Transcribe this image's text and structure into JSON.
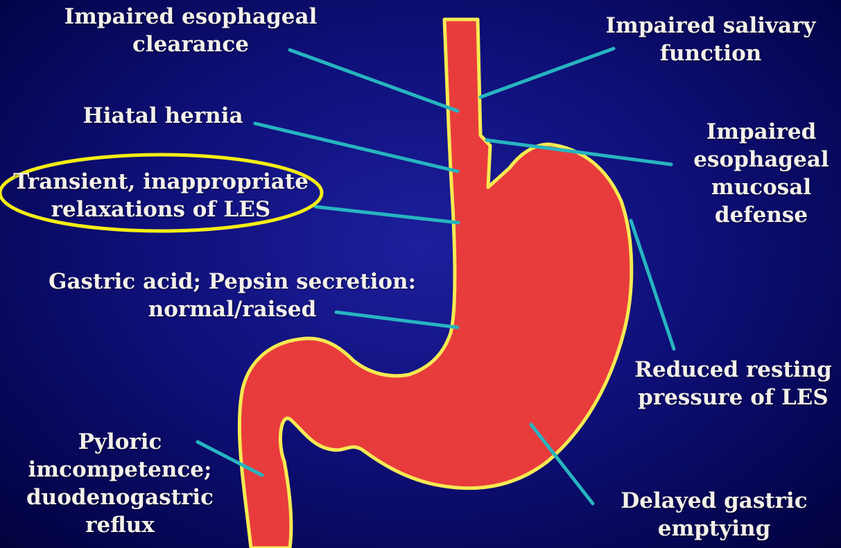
{
  "labels": {
    "impaired_clearance": [
      "Impaired esophageal",
      "clearance"
    ],
    "impaired_salivary": [
      "Impaired salivary",
      "function"
    ],
    "hiatal_hernia": [
      "Hiatal hernia"
    ],
    "impaired_mucosal": [
      "Impaired",
      "esophageal",
      "mucosal",
      "defense"
    ],
    "transient_relax": [
      "Transient, inappropriate",
      "relaxations of LES"
    ],
    "gastric_acid": [
      "Gastric acid; Pepsin secretion:",
      "normal/raised"
    ],
    "reduced_pressure": [
      "Reduced resting",
      "pressure of LES"
    ],
    "pyloric": [
      "Pyloric",
      "imcompetence;",
      "duodenogastric",
      "reflux"
    ],
    "delayed_emptying": [
      "Delayed gastric",
      "emptying"
    ]
  },
  "colors": {
    "background": "#0f107a",
    "stomach_fill": "#e83c3c",
    "stomach_outline": "#f6ea52",
    "leader_line": "#27b4c0",
    "highlight_ellipse": "#f5ee14",
    "text": "#f4f0ea"
  }
}
